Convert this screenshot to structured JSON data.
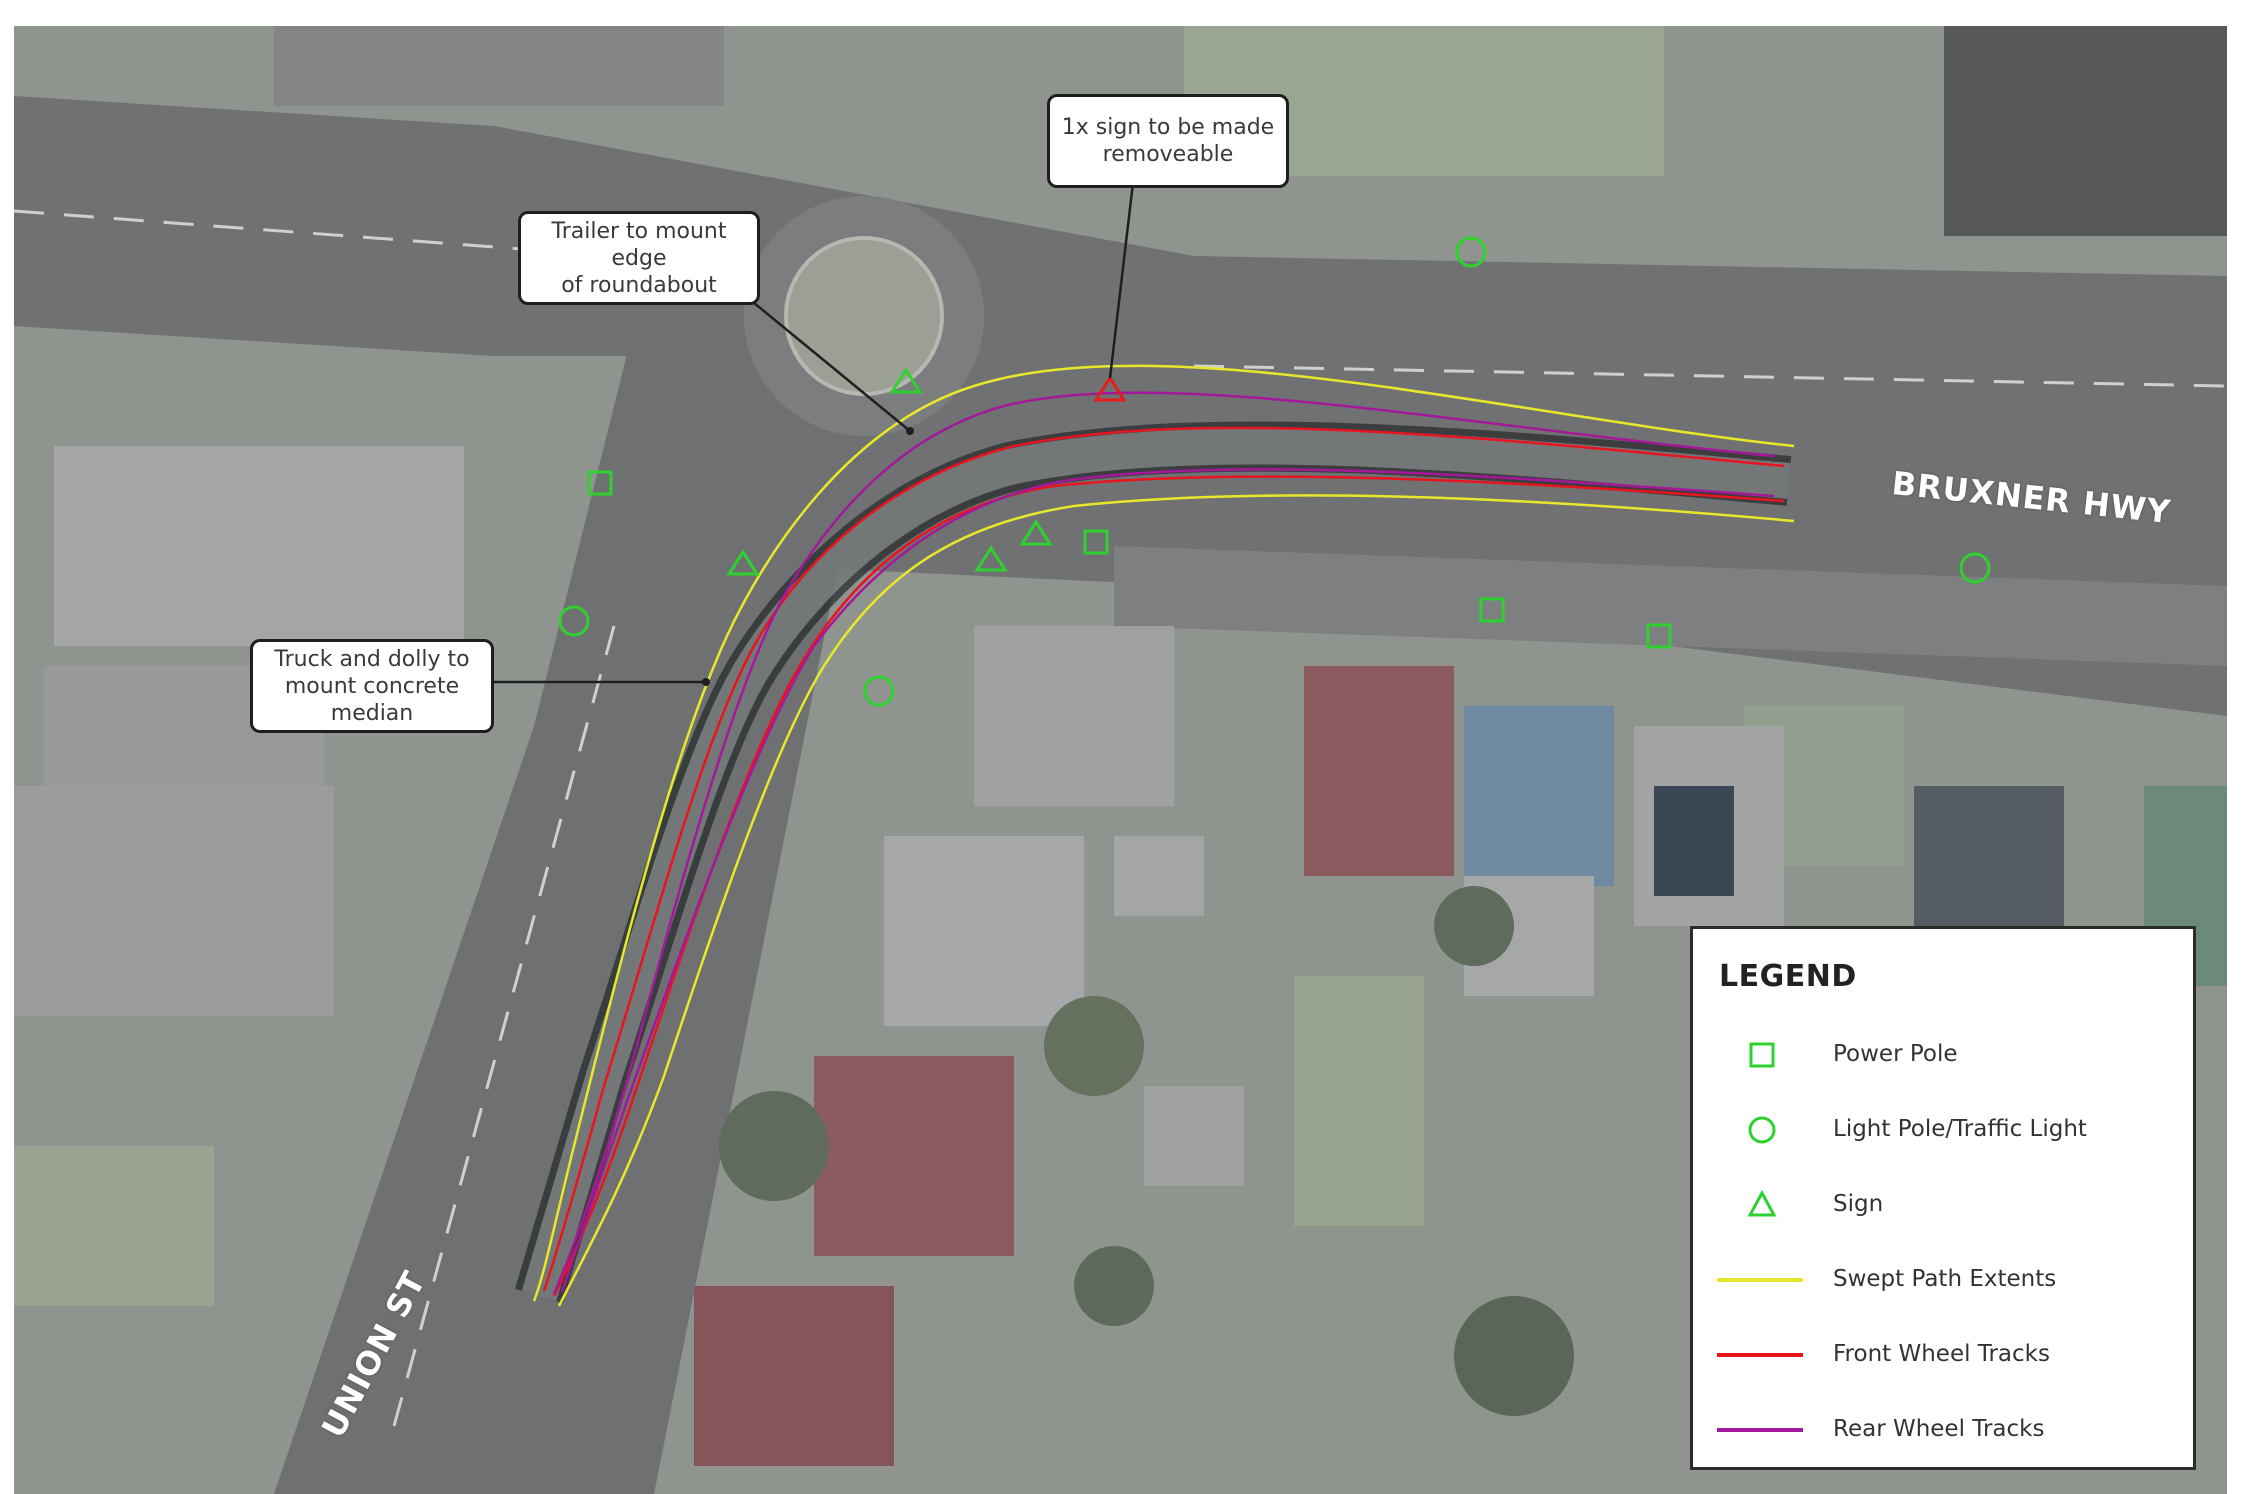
{
  "callouts": {
    "sign": "1x sign to be made\nremoveable",
    "trailer": "Trailer to mount edge\nof roundabout",
    "truck": "Truck and dolly  to\nmount concrete\nmedian"
  },
  "roads": {
    "bruxner": "BRUXNER HWY",
    "union": "UNION ST"
  },
  "legend": {
    "title": "LEGEND",
    "items": [
      {
        "label": "Power Pole",
        "symbol": "square-icon",
        "color": "#2fd12f"
      },
      {
        "label": "Light Pole/Traffic Light",
        "symbol": "circle-icon",
        "color": "#2fd12f"
      },
      {
        "label": "Sign",
        "symbol": "triangle-icon",
        "color": "#2fd12f"
      },
      {
        "label": "Swept Path Extents",
        "symbol": "line-icon",
        "color": "#e8e82a"
      },
      {
        "label": "Front Wheel Tracks",
        "symbol": "line-icon",
        "color": "#e8141e"
      },
      {
        "label": "Rear Wheel Tracks",
        "symbol": "line-icon",
        "color": "#a4199a"
      }
    ]
  },
  "colors": {
    "pole": "#2fd12f",
    "removable_sign": "#e81c1c",
    "swept_path": "#e8e82a",
    "front_wheel": "#e8141e",
    "rear_wheel": "#a4199a"
  }
}
